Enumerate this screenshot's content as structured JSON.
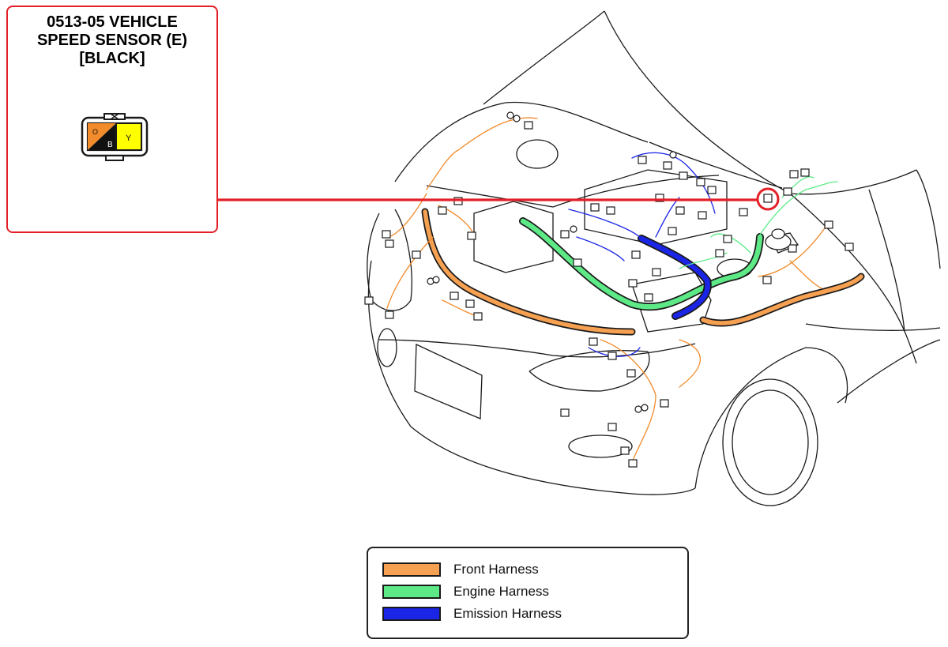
{
  "callout": {
    "title_lines": [
      "0513-05 VEHICLE",
      "SPEED SENSOR (E)",
      "[BLACK]"
    ],
    "connector": {
      "icon": "two-pin-connector-icon",
      "pins": [
        {
          "pin_label": "O",
          "wire_label": "B",
          "color": "#f28b2b"
        },
        {
          "pin_label": "",
          "wire_label": "Y",
          "color": "#ffff00"
        }
      ]
    }
  },
  "leader_color": "#e32028",
  "legend": {
    "items": [
      {
        "label": "Front Harness",
        "color": "#f6a052"
      },
      {
        "label": "Engine Harness",
        "color": "#5dea86"
      },
      {
        "label": "Emission Harness",
        "color": "#1b25e6"
      }
    ]
  }
}
